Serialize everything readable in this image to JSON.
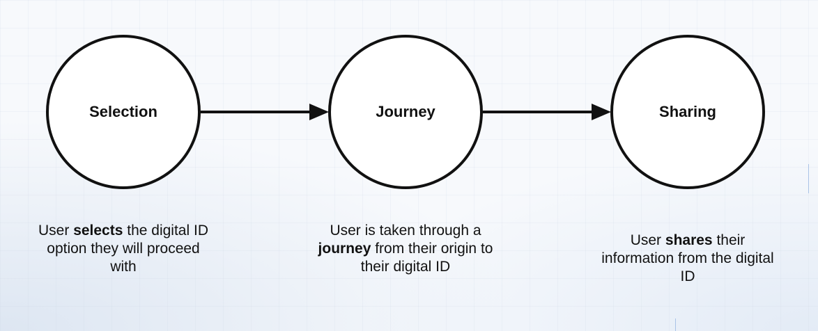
{
  "steps": [
    {
      "label": "Selection",
      "caption": {
        "before": "User ",
        "emphasis": "selects",
        "after": " the digital ID option they will proceed with"
      }
    },
    {
      "label": "Journey",
      "caption": {
        "before": "User is taken through a ",
        "emphasis": "journey",
        "after": " from their origin to their digital ID"
      }
    },
    {
      "label": "Sharing",
      "caption": {
        "before": "User ",
        "emphasis": "shares",
        "after": " their information from the digital ID"
      }
    }
  ],
  "colors": {
    "stroke": "#111111",
    "node_fill": "#ffffff",
    "background": "#f7f9fc",
    "accent_line": "#aac3e6"
  }
}
